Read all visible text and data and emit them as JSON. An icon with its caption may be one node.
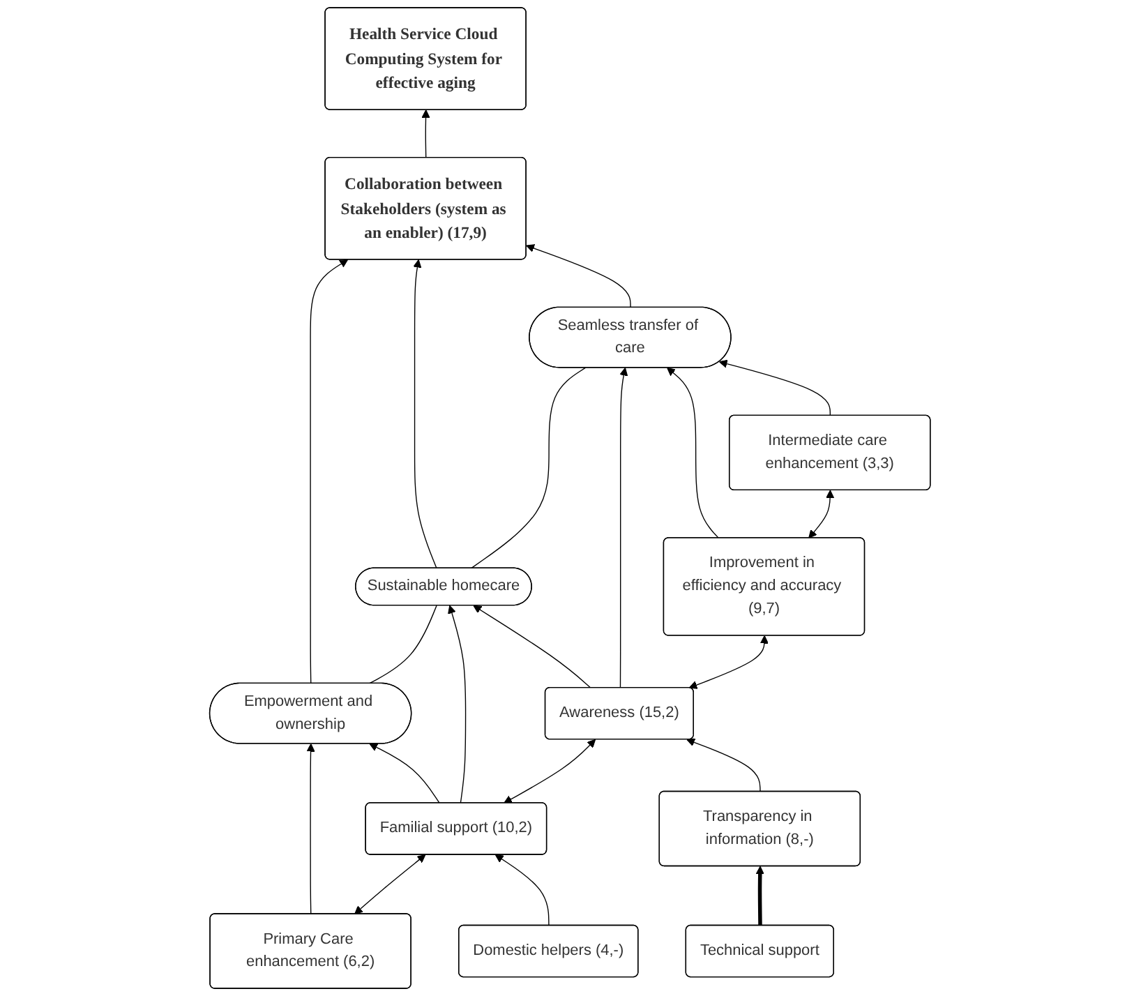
{
  "diagram": {
    "nodes": [
      {
        "text": [
          "Health Service Cloud Computing System for effective aging"
        ]
      },
      {
        "text": [
          "Collaboration between Stakeholders (system as an enabler) (17,9)"
        ]
      },
      {
        "text": [
          "Empowerment and ownership"
        ]
      },
      {
        "text": [
          "Sustainable homecare"
        ]
      },
      {
        "text": [
          "Seamless transfer of care"
        ]
      },
      {
        "text": [
          "Primary Care enhancement (6,2)"
        ]
      },
      {
        "text": [
          "Familial support (10,2)"
        ]
      },
      {
        "text": [
          "Awareness (15,2)"
        ]
      },
      {
        "text": [
          "Improvement in efficiency and accuracy (9,7)"
        ]
      },
      {
        "text": [
          "Intermediate care enhancement (3,3)"
        ]
      },
      {
        "text": [
          "Domestic helpers (4,-)"
        ]
      },
      {
        "text": [
          "Transparency in information (8,-)"
        ]
      },
      {
        "text": [
          "Technical support"
        ]
      }
    ],
    "edges": [
      {
        "from": 1,
        "to": 0,
        "arrow": "to"
      },
      {
        "from": 2,
        "to": 1,
        "arrow": "to"
      },
      {
        "from": 3,
        "to": 1,
        "arrow": "to"
      },
      {
        "from": 4,
        "to": 1,
        "arrow": "to"
      },
      {
        "from": 2,
        "to": 3,
        "arrow": "none"
      },
      {
        "from": 3,
        "to": 4,
        "arrow": "none"
      },
      {
        "from": 5,
        "to": 2,
        "arrow": "to"
      },
      {
        "from": 6,
        "to": 2,
        "arrow": "to"
      },
      {
        "from": 6,
        "to": 3,
        "arrow": "to"
      },
      {
        "from": 7,
        "to": 3,
        "arrow": "to"
      },
      {
        "from": 7,
        "to": 4,
        "arrow": "to"
      },
      {
        "from": 8,
        "to": 4,
        "arrow": "to"
      },
      {
        "from": 9,
        "to": 4,
        "arrow": "to"
      },
      {
        "from": 5,
        "to": 6,
        "arrow": "both"
      },
      {
        "from": 6,
        "to": 7,
        "arrow": "both"
      },
      {
        "from": 7,
        "to": 8,
        "arrow": "both"
      },
      {
        "from": 8,
        "to": 9,
        "arrow": "both"
      },
      {
        "from": 10,
        "to": 6,
        "arrow": "to"
      },
      {
        "from": 11,
        "to": 7,
        "arrow": "to"
      },
      {
        "from": 12,
        "to": 11,
        "arrow": "to",
        "style": "thick"
      }
    ]
  }
}
